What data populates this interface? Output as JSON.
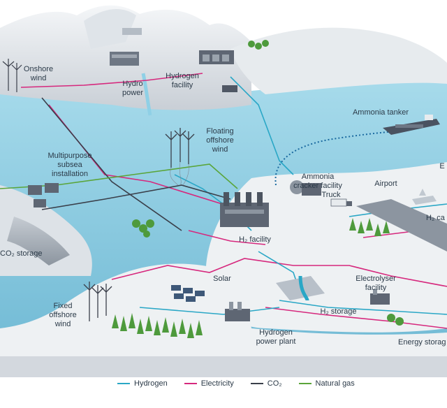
{
  "colors": {
    "hydrogen": "#2aa7c6",
    "electricity": "#d6287d",
    "co2": "#3a3f4a",
    "natural_gas": "#5aa53a",
    "ammonia": "#1b6aa0",
    "sea": "#7fc4dc",
    "land": "#eef1f3",
    "tree": "#4e9a3c"
  },
  "labels": {
    "onshore_wind": "Onshore\nwind",
    "hydro_power": "Hydro\npower",
    "hydrogen_facility": "Hydrogen\nfacility",
    "ammonia_tanker": "Ammonia tanker",
    "floating_offshore_wind": "Floating\noffshore\nwind",
    "multipurpose_subsea": "Multipurpose\nsubsea\ninstallation",
    "ammonia_cracker": "Ammonia\ncracker facility",
    "airport": "Airport",
    "edge_b": "E",
    "truck": "Truck",
    "h2_cars": "H₂ ca",
    "co2_storage": "CO₂ storage",
    "h2_facility": "H₂ facility",
    "solar": "Solar",
    "electrolyser": "Electrolyser\nfacility",
    "fixed_offshore_wind": "Fixed\noffshore\nwind",
    "h2_storage": "H₂ storage",
    "hydrogen_power_plant": "Hydrogen\npower plant",
    "energy_storage": "Energy storag"
  },
  "legend": [
    {
      "label": "Hydrogen",
      "color_key": "hydrogen"
    },
    {
      "label": "Electricity",
      "color_key": "electricity"
    },
    {
      "label": "CO₂",
      "color_key": "co2"
    },
    {
      "label": "Natural gas",
      "color_key": "natural_gas"
    }
  ]
}
